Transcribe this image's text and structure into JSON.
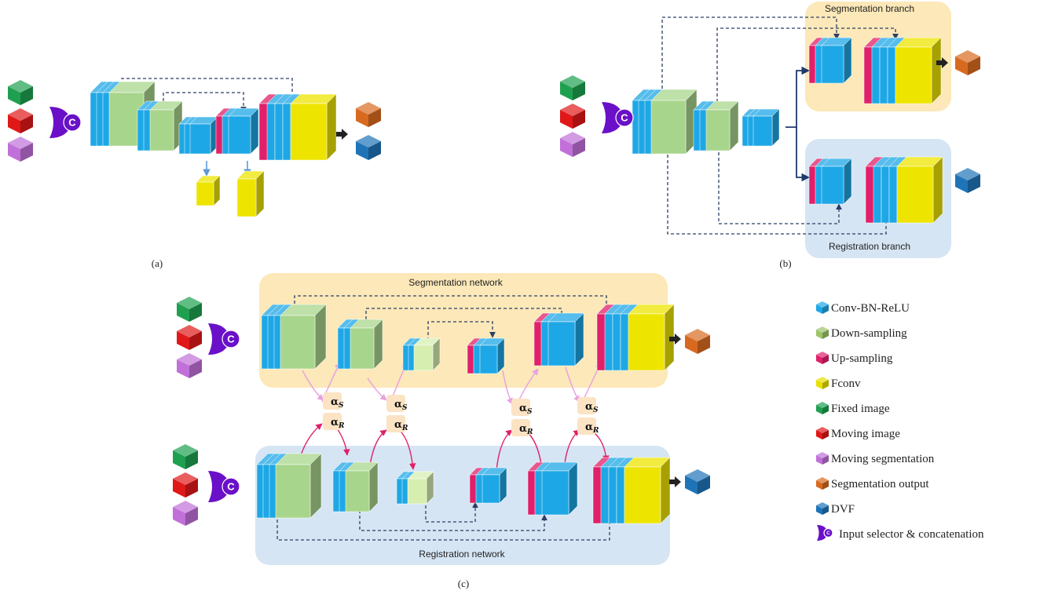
{
  "panels": {
    "a": {
      "label": "(a)"
    },
    "b": {
      "label": "(b)",
      "seg_branch_title": "Segmentation branch",
      "reg_branch_title": "Registration branch"
    },
    "c": {
      "label": "(c)",
      "seg_network_title": "Segmentation network",
      "reg_network_title": "Registration network",
      "alpha_s": "α",
      "alpha_s_sub": "S",
      "alpha_r": "α",
      "alpha_r_sub": "R"
    }
  },
  "concat_symbol": "C",
  "legend": [
    {
      "key": "conv",
      "label": "Conv-BN-ReLU",
      "color": "#1EA7E6",
      "icon": "cube-icon"
    },
    {
      "key": "down",
      "label": "Down-sampling",
      "color": "#9CC56A",
      "icon": "cube-icon"
    },
    {
      "key": "up",
      "label": "Up-sampling",
      "color": "#E0206A",
      "icon": "cube-icon"
    },
    {
      "key": "fconv",
      "label": "Fconv",
      "color": "#E8E000",
      "icon": "cube-icon"
    },
    {
      "key": "fixed",
      "label": "Fixed image",
      "color": "#1FA050",
      "icon": "cube-icon"
    },
    {
      "key": "moving",
      "label": "Moving image",
      "color": "#E01818",
      "icon": "cube-icon"
    },
    {
      "key": "movseg",
      "label": "Moving segmentation",
      "color": "#C070D8",
      "icon": "cube-icon"
    },
    {
      "key": "segout",
      "label": "Segmentation output",
      "color": "#D86A20",
      "icon": "cube-icon"
    },
    {
      "key": "dvf",
      "label": "DVF",
      "color": "#1F74B8",
      "icon": "cube-icon"
    },
    {
      "key": "concat",
      "label": "Input selector & concatenation",
      "color": "#6A10C8",
      "icon": "concat-icon"
    }
  ],
  "colors": {
    "conv": "#1EA7E6",
    "down": "#A8D58C",
    "down_light": "#D6EFB0",
    "up": "#E0206A",
    "fconv": "#EDE400",
    "fixed": "#1FA050",
    "moving": "#E01818",
    "movseg": "#C070D8",
    "segout": "#D86A20",
    "dvf": "#1F74B8",
    "concat": "#6A10C8",
    "seg_bg": "#FCE8B8",
    "reg_bg": "#D6E5F3",
    "dash": "#2C3E66",
    "arrow_pink": "#E8A0E0",
    "arrow_red": "#E0206A",
    "alpha_bg": "#FBE3C4"
  }
}
